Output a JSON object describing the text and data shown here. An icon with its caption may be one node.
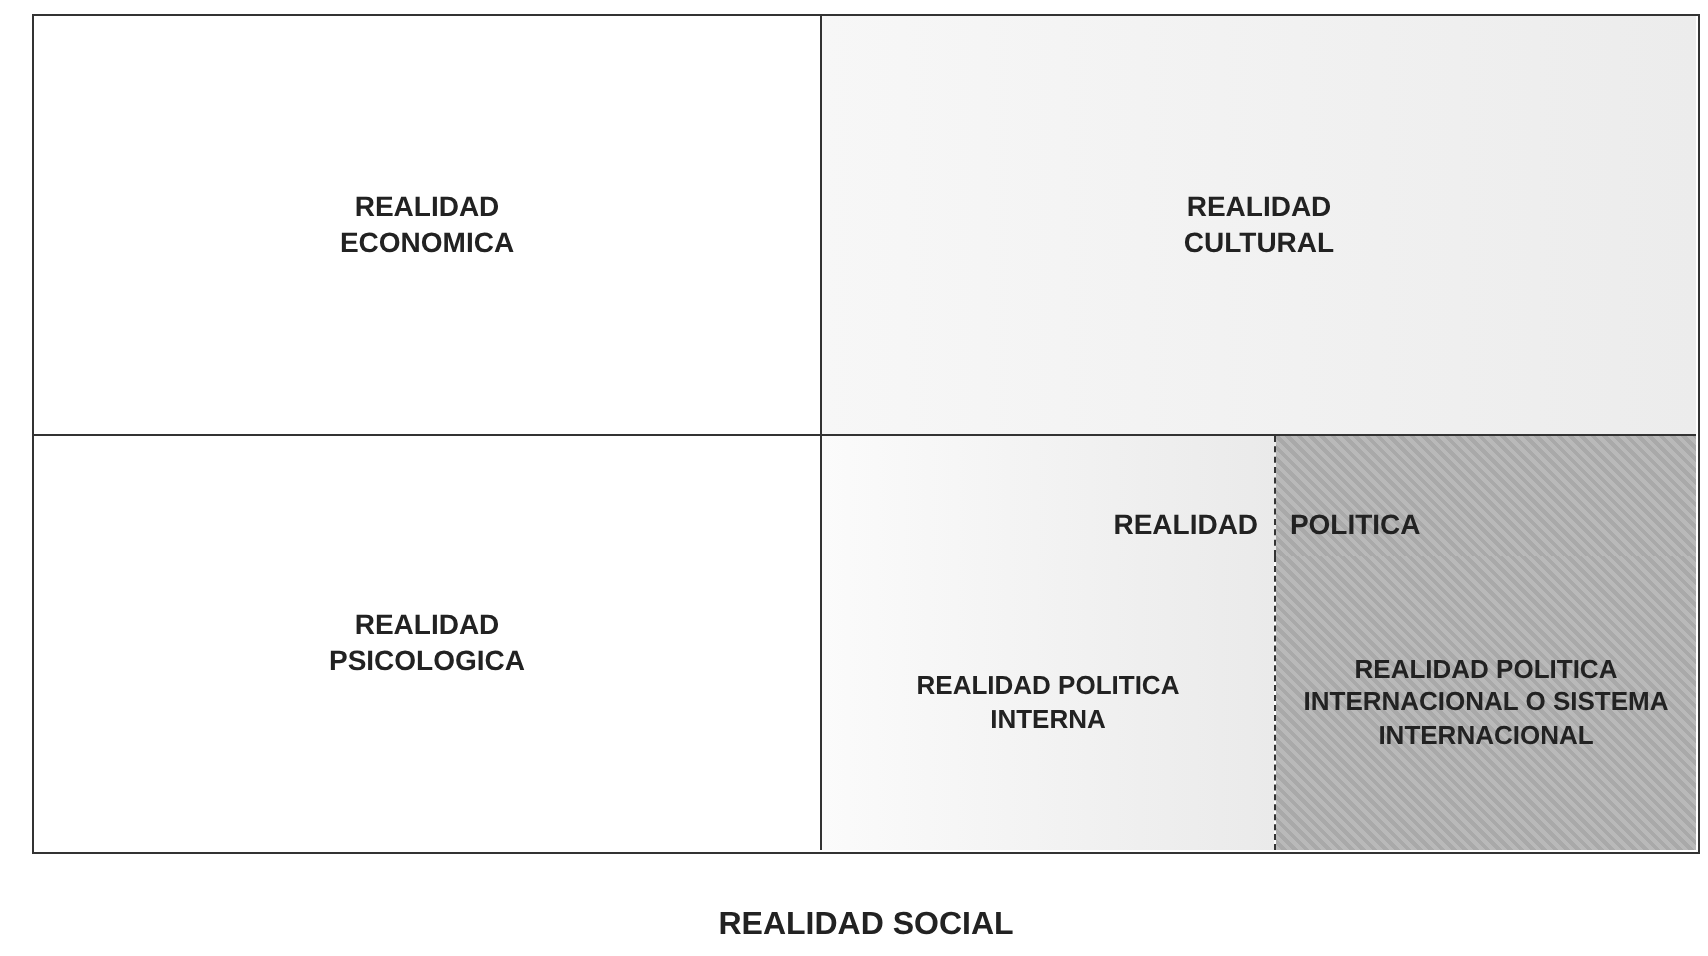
{
  "diagram": {
    "nodes": [
      {
        "text": [
          "REALIDAD SOCIAL"
        ]
      },
      {
        "text": [
          "REALIDAD ECONOMICA"
        ],
        "in": 0
      },
      {
        "text": [
          "REALIDAD CULTURAL"
        ],
        "in": 0
      },
      {
        "text": [
          "REALIDAD PSICOLOGICA"
        ],
        "in": 0
      },
      {
        "text": [
          "REALIDAD POLITICA"
        ],
        "in": 0
      },
      {
        "text": [
          "REALIDAD POLITICA INTERNA"
        ],
        "in": 4
      },
      {
        "text": [
          "REALIDAD POLITICA INTERNACIONAL O SISTEMA INTERNACIONAL"
        ],
        "in": 4
      }
    ],
    "edges": []
  }
}
